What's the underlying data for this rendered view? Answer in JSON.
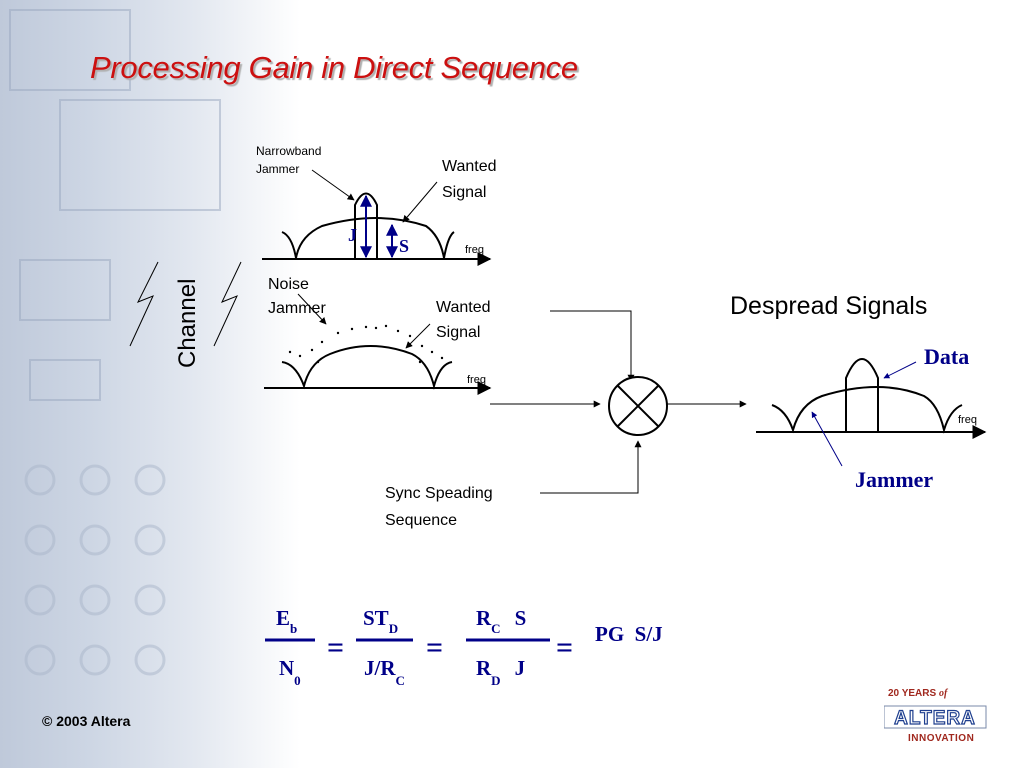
{
  "slide": {
    "title": "Processing Gain in Direct Sequence",
    "copyright": "© 2003 Altera"
  },
  "diagram": {
    "channel_label": "Channel",
    "top_spectrum": {
      "narrowband_jammer_line1": "Narrowband",
      "narrowband_jammer_line2": "Jammer",
      "wanted_signal_line1": "Wanted",
      "wanted_signal_line2": "Signal",
      "j_label": "J",
      "s_label": "S",
      "freq_label": "freq"
    },
    "middle_spectrum": {
      "noise_jammer_line1": "Noise",
      "noise_jammer_line2": "Jammer",
      "wanted_signal_line1": "Wanted",
      "wanted_signal_line2": "Signal",
      "freq_label": "freq"
    },
    "despread": {
      "title": "Despread Signals",
      "data_label": "Data",
      "jammer_label": "Jammer",
      "freq_label": "freq"
    },
    "sync_line1": "Sync Speading",
    "sync_line2": "Sequence"
  },
  "equation": {
    "t1_num": "E",
    "t1_num_sub": "b",
    "t1_den": "N",
    "t1_den_sub": "0",
    "eq": "=",
    "t2_num": "ST",
    "t2_num_sub": "D",
    "t2_den": "J/R",
    "t2_den_sub": "C",
    "t3_num": "R",
    "t3_num_sub": "C",
    "t3_num_tail": "S",
    "t3_den": "R",
    "t3_den_sub": "D",
    "t3_den_tail": "J",
    "result": "PG  S/J"
  },
  "logo": {
    "years_prefix": "20 YEARS",
    "years_of": "of",
    "brand": "ALTERA",
    "tagline": "INNOVATION"
  },
  "colors": {
    "title": "#cc1010",
    "accent_blue": "#000088",
    "logo": "#a0281e"
  }
}
